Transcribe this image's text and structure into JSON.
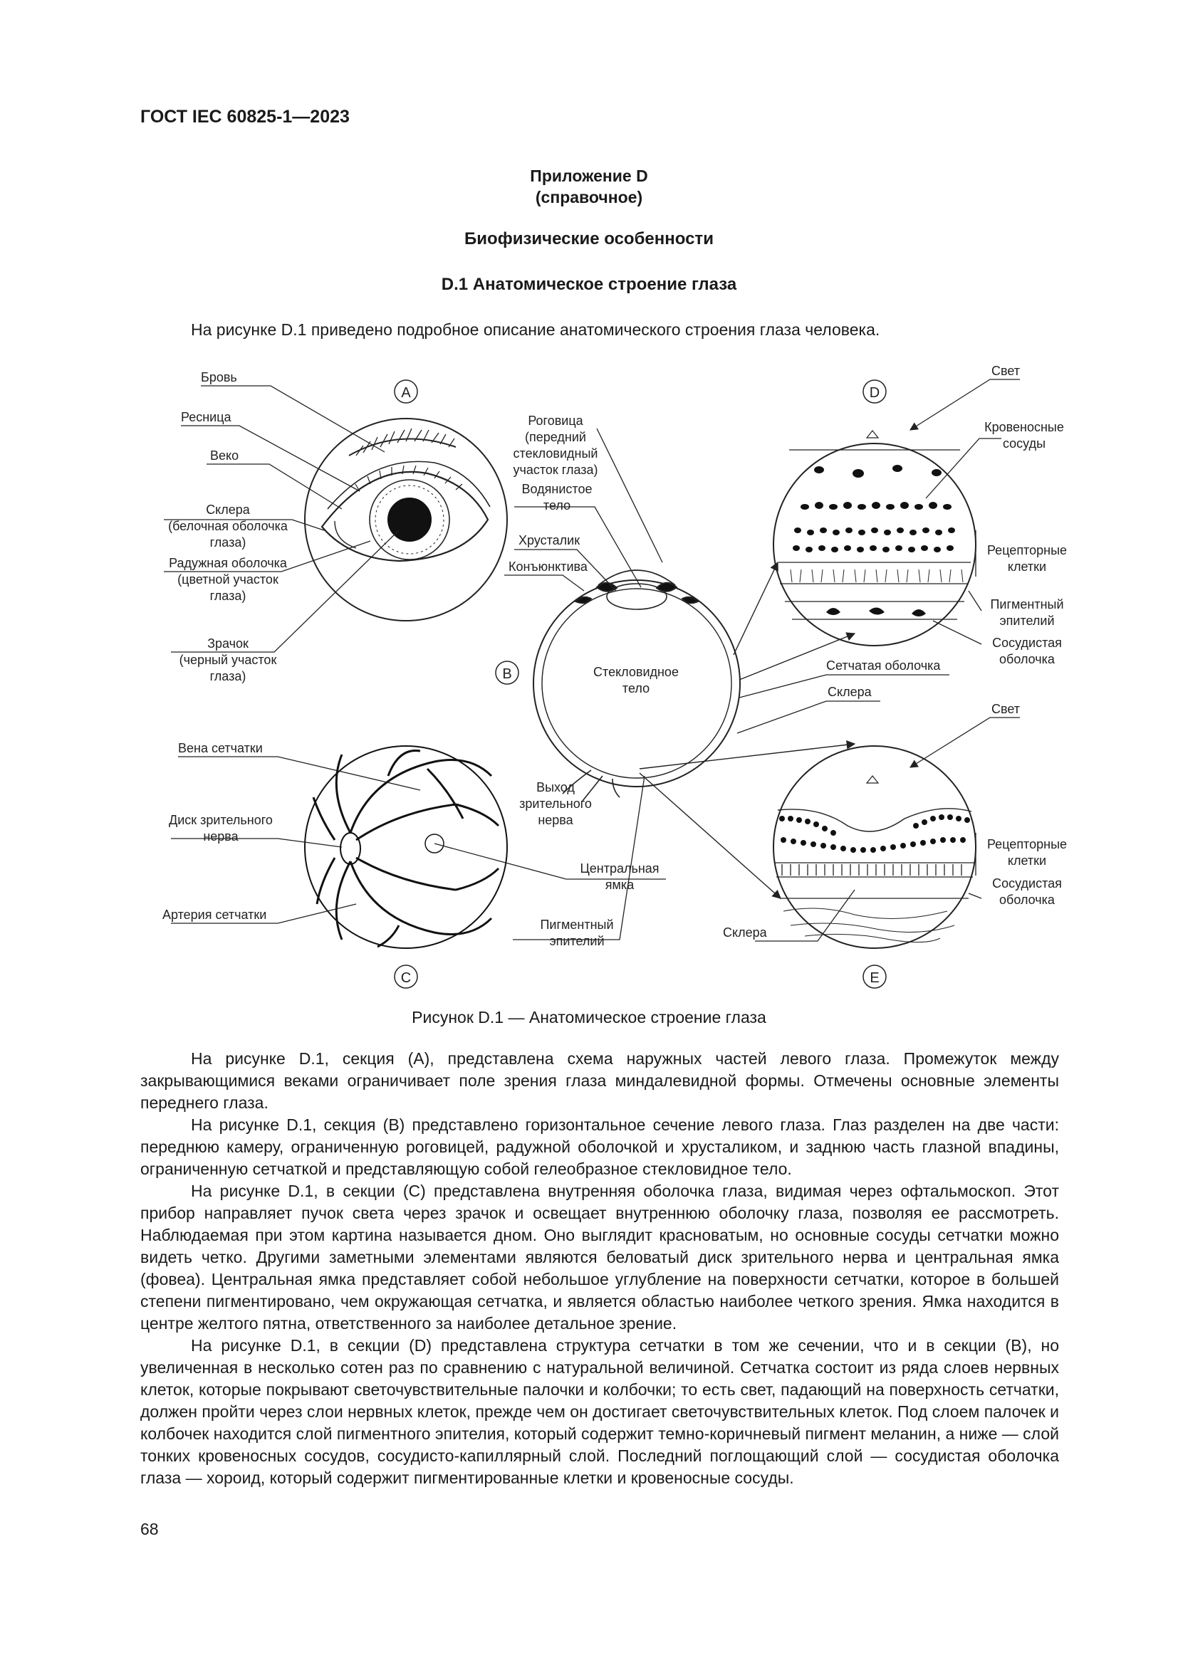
{
  "header": {
    "doc_code": "ГОСТ IEC 60825-1—2023"
  },
  "appendix": {
    "title": "Приложение D",
    "note": "(справочное)"
  },
  "section_title": "Биофизические особенности",
  "subsection_title": "D.1 Анатомическое строение глаза",
  "intro": "На рисунке D.1 приведено подробное описание анатомического строения глаза человека.",
  "figure": {
    "markers": {
      "A": "A",
      "B": "B",
      "C": "C",
      "D": "D",
      "E": "E"
    },
    "labels": {
      "brow": "Бровь",
      "eyelash": "Ресница",
      "eyelid": "Веко",
      "sclera_a": [
        "Склера",
        "(белочная оболочка",
        "глаза)"
      ],
      "iris": [
        "Радужная оболочка",
        "(цветной участок",
        "глаза)"
      ],
      "pupil": [
        "Зрачок",
        "(черный участок",
        "глаза)"
      ],
      "cornea": [
        "Роговица",
        "(передний",
        "стекловидный",
        "участок глаза)"
      ],
      "aqueous": [
        "Водянистое",
        "тело"
      ],
      "lens": "Хрусталик",
      "conjunctiva": "Конъюнктива",
      "vitreous": [
        "Стекловидное",
        "тело"
      ],
      "light_d": "Свет",
      "blood_vessels": [
        "Кровеносные",
        "сосуды"
      ],
      "receptor_d": [
        "Рецепторные",
        "клетки"
      ],
      "pigment_d": [
        "Пигментный",
        "эпителий"
      ],
      "choroid_d": [
        "Сосудистая",
        "оболочка"
      ],
      "retina": "Сетчатая оболочка",
      "sclera_b": "Склера",
      "light_e": "Свет",
      "receptor_e": [
        "Рецепторные",
        "клетки"
      ],
      "choroid_e": [
        "Сосудистая",
        "оболочка"
      ],
      "sclera_e": "Склера",
      "retinal_vein": "Вена сетчатки",
      "optic_disc": [
        "Диск зрительного",
        "нерва"
      ],
      "retinal_artery": "Артерия сетчатки",
      "optic_exit": [
        "Выход",
        "зрительного",
        "нерва"
      ],
      "fovea": [
        "Центральная",
        "ямка"
      ],
      "pigment_e": [
        "Пигментный",
        "эпителий"
      ]
    },
    "caption": "Рисунок D.1 — Анатомическое строение глаза"
  },
  "paragraphs": [
    "На рисунке D.1, секция (A), представлена схема наружных частей левого глаза. Промежуток между закрывающимися веками ограничивает поле зрения глаза миндалевидной формы. Отмечены основные элементы переднего глаза.",
    "На рисунке D.1, секция (B) представлено горизонтальное сечение левого глаза. Глаз разделен на две части: переднюю камеру, ограниченную роговицей, радужной оболочкой и хрусталиком, и заднюю часть глазной впадины, ограниченную сетчаткой и представляющую собой гелеобразное стекловидное тело.",
    "На рисунке D.1, в секции (C) представлена внутренняя оболочка глаза, видимая через офтальмоскоп. Этот прибор направляет пучок света через зрачок и освещает внутреннюю оболочку глаза, позволяя ее рассмотреть. Наблюдаемая при этом картина называется дном. Оно выглядит красноватым, но основные сосуды сетчатки можно видеть четко. Другими заметными элементами являются беловатый диск зрительного нерва и центральная ямка (фовеа). Центральная ямка представляет собой небольшое углубление на поверхности сетчатки, которое в большей степени пигментировано, чем окружающая сетчатка, и является областью наиболее четкого зрения. Ямка находится в центре желтого пятна, ответственного за наиболее детальное зрение.",
    "На рисунке D.1, в секции (D) представлена структура сетчатки в том же сечении, что и в секции (B), но увеличенная в несколько сотен раз по сравнению с натуральной величиной. Сетчатка состоит из ряда слоев нервных клеток, которые покрывают светочувствительные палочки и колбочки; то есть свет, падающий на поверхность сетчатки, должен пройти через слои нервных клеток, прежде чем он достигает светочувствительных клеток. Под слоем палочек и колбочек находится слой пигментного эпителия, который содержит темно-коричневый пигмент меланин, а ниже — слой тонких кровеносных сосудов, сосудисто-капиллярный слой. Последний поглощающий слой — сосудистая оболочка глаза — хороид, который содержит пигментированные клетки и кровеносные сосуды."
  ],
  "page_number": "68"
}
